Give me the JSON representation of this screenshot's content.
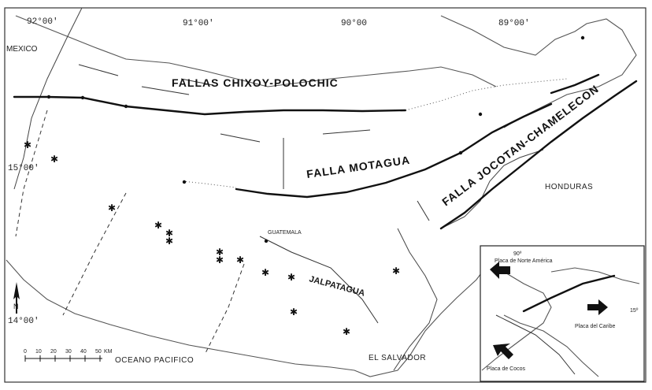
{
  "coords": {
    "lon_92": "92°00'",
    "lon_91": "91°00'",
    "lon_90": "90°00",
    "lon_89": "89°00'",
    "lat_15": "15°00'",
    "lat_14": "14°00'"
  },
  "labels": {
    "mexico": "MEXICO",
    "chixoy": "FALLAS CHIXOY-POLOCHIC",
    "motagua": "FALLA MOTAGUA",
    "jocotan": "FALLA JOCOTAN-CHAMELECON",
    "honduras": "HONDURAS",
    "guatemala": "GUATEMALA",
    "jalpatagua": "JALPATAGUA",
    "oceano": "OCEANO PACIFICO",
    "el_salvador": "EL SALVADOR",
    "north": "N"
  },
  "scale": {
    "ticks": [
      "0",
      "10",
      "20",
      "30",
      "40",
      "50"
    ],
    "unit": "KM"
  },
  "inset": {
    "lon": "90º",
    "lat": "15º",
    "plate_north_america": "Placa de Norte América",
    "plate_caribe": "Placa del Caribe",
    "plate_cocos": "Placa de Cocos"
  },
  "colors": {
    "ink": "#111111",
    "coast": "#555555",
    "paper": "#ffffff"
  }
}
